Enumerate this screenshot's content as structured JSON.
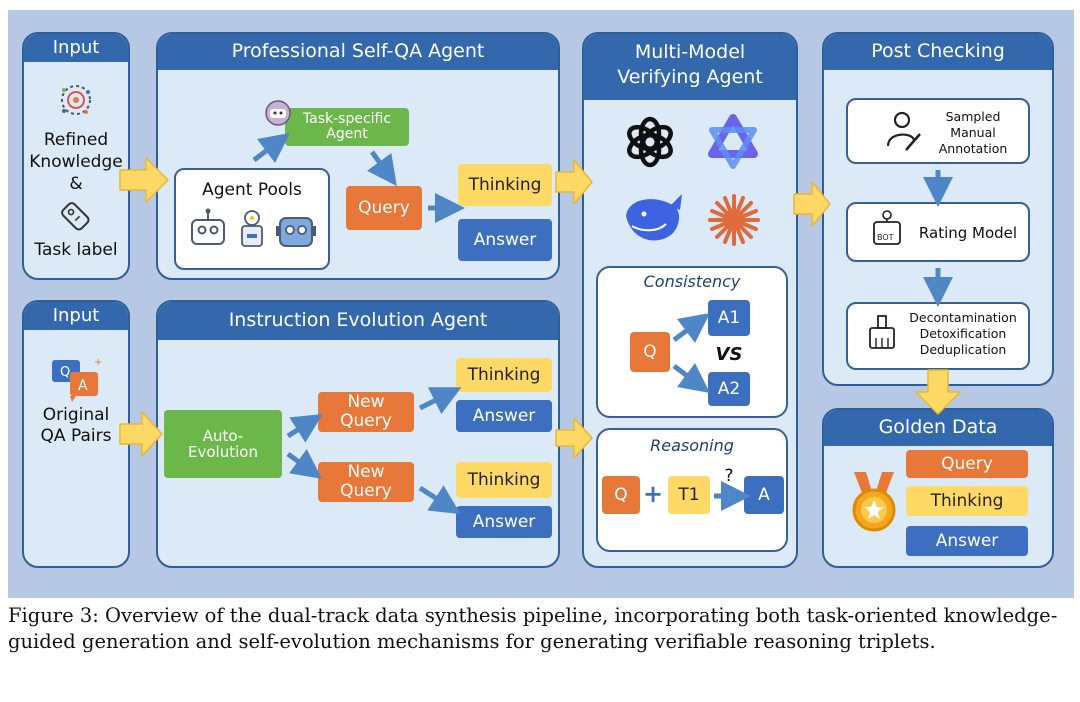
{
  "input1": {
    "title": "Input",
    "line1": "Refined",
    "line2": "Knowledge",
    "amp": "&",
    "line3": "Task label"
  },
  "input2": {
    "title": "Input",
    "line1": "Original",
    "line2": "QA Pairs"
  },
  "self_qa": {
    "title": "Professional Self-QA Agent",
    "task_agent_l1": "Task-specific",
    "task_agent_l2": "Agent",
    "agent_pools": "Agent Pools",
    "query": "Query",
    "thinking": "Thinking",
    "answer": "Answer"
  },
  "evolution": {
    "title": "Instruction Evolution Agent",
    "auto_l1": "Auto-",
    "auto_l2": "Evolution",
    "new_query_l1": "New",
    "new_query_l2": "Query",
    "thinking": "Thinking",
    "answer": "Answer"
  },
  "verify": {
    "title_l1": "Multi-Model",
    "title_l2": "Verifying Agent",
    "consistency": "Consistency",
    "q": "Q",
    "a1": "A1",
    "vs": "VS",
    "a2": "A2",
    "reasoning": "Reasoning",
    "t1": "T1",
    "qmark": "?",
    "a": "A"
  },
  "post": {
    "title": "Post Checking",
    "manual_l1": "Sampled",
    "manual_l2": "Manual",
    "manual_l3": "Annotation",
    "rating": "Rating Model",
    "bot": "BOT",
    "clean_l1": "Decontamination",
    "clean_l2": "Detoxification",
    "clean_l3": "Deduplication"
  },
  "golden": {
    "title": "Golden Data",
    "query": "Query",
    "thinking": "Thinking",
    "answer": "Answer"
  },
  "caption": "Figure 3: Overview of the dual-track data synthesis pipeline, incorporating both task-oriented knowledge-guided generation and self-evolution mechanisms for generating verifiable reasoning triplets.",
  "colors": {
    "panel_blue": "#3468ac",
    "panel_bg": "#dce9f6",
    "yellow": "#ffd966",
    "blue": "#3d6fc0",
    "orange": "#e8773a",
    "green": "#6cb74a",
    "arrow_blue": "#4e86c6"
  }
}
